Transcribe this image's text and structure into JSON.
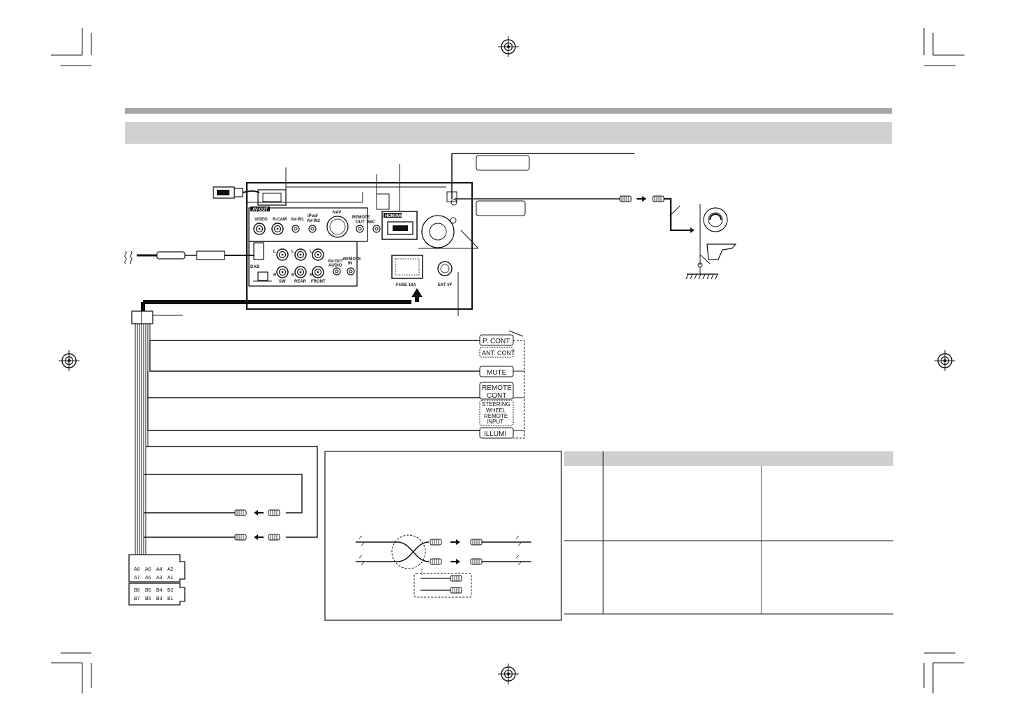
{
  "rear_panel": {
    "jacks": {
      "av_out": "AV-OUT",
      "video": "VIDEO",
      "r_cam": "R-CAM",
      "av_in1": "AV-IN1",
      "ipod_av_in2_a": "iPod/",
      "ipod_av_in2_b": "AV-IN2",
      "nav": "NAV",
      "remote_out_a": "REMOTE",
      "remote_out_b": "OUT",
      "mic": "MIC",
      "hdmi_mhl": "HDMI/MHL",
      "dab": "DAB",
      "sw": "SW",
      "rear": "REAR",
      "front": "FRONT",
      "av_out_audio_a": "AV-OUT",
      "av_out_audio_b": "AUDIO",
      "remote_in_a": "REMOTE",
      "remote_in_b": "IN",
      "fuse": "FUSE 10A",
      "ext_if": "EXT I/F",
      "l": "L",
      "r": "R"
    }
  },
  "wire_terminals": {
    "p_cont": "P. CONT",
    "ant_cont": "ANT. CONT",
    "mute": "MUTE",
    "remote_cont_a": "REMOTE",
    "remote_cont_b": "CONT",
    "steering_a": "STEERING",
    "steering_b": "WHEEL",
    "steering_c": "REMOTE",
    "steering_d": "INPUT",
    "illumi": "ILLUMI"
  },
  "iso_connector": {
    "row_a1": [
      "A8",
      "A6",
      "A4",
      "A2"
    ],
    "row_a2": [
      "A7",
      "A5",
      "A3",
      "A1"
    ],
    "row_b1": [
      "B8",
      "B6",
      "B4",
      "B2"
    ],
    "row_b2": [
      "B7",
      "B5",
      "B3",
      "B1"
    ]
  },
  "colors": {
    "top_bar": "#a6a6a6",
    "section_bar": "#d0d0d0",
    "table_header": "#cfcfcf",
    "line": "#111111"
  },
  "icons": [
    "registration-mark-icon",
    "usb-plug-icon",
    "ground-symbol-icon",
    "parking-brake-icon",
    "arrow-icon"
  ]
}
